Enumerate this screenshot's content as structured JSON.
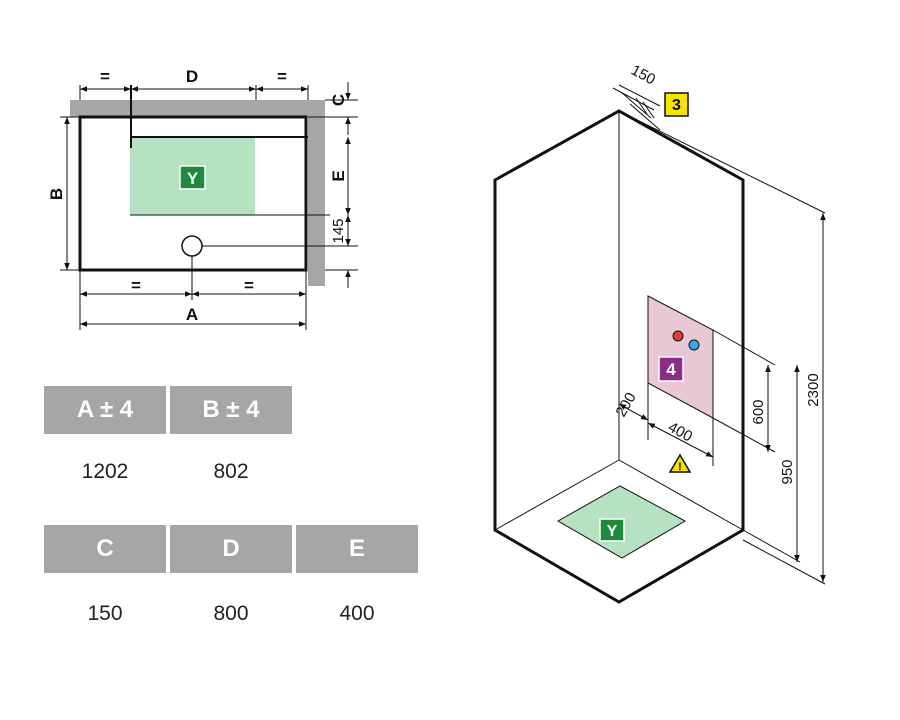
{
  "plan": {
    "label_eq": "=",
    "label_d": "D",
    "label_c": "C",
    "label_e": "E",
    "label_b": "B",
    "label_a": "A",
    "label_145": "145",
    "drain_zone": "Y"
  },
  "table1": {
    "headers": [
      "A ± 4",
      "B ± 4"
    ],
    "values": [
      "1202",
      "802"
    ]
  },
  "table2": {
    "headers": [
      "C",
      "D",
      "E"
    ],
    "values": [
      "150",
      "800",
      "400"
    ]
  },
  "iso": {
    "dim_150": "150",
    "callout_3": "3",
    "callout_4": "4",
    "dim_200": "200",
    "dim_400": "400",
    "dim_600": "600",
    "dim_950": "950",
    "dim_2300": "2300",
    "floor_zone": "Y",
    "warning_icon": "warning-icon"
  },
  "colors": {
    "wall": "#a6a6a8",
    "zone_fill": "#b7e2c2",
    "label_green": "#1f8a3c",
    "panel_pink": "#e8c8d4",
    "label_purple": "#8b2d87",
    "callout_yellow": "#f5e400",
    "dot_red": "#e83a3a",
    "dot_blue": "#3aa7e8"
  }
}
